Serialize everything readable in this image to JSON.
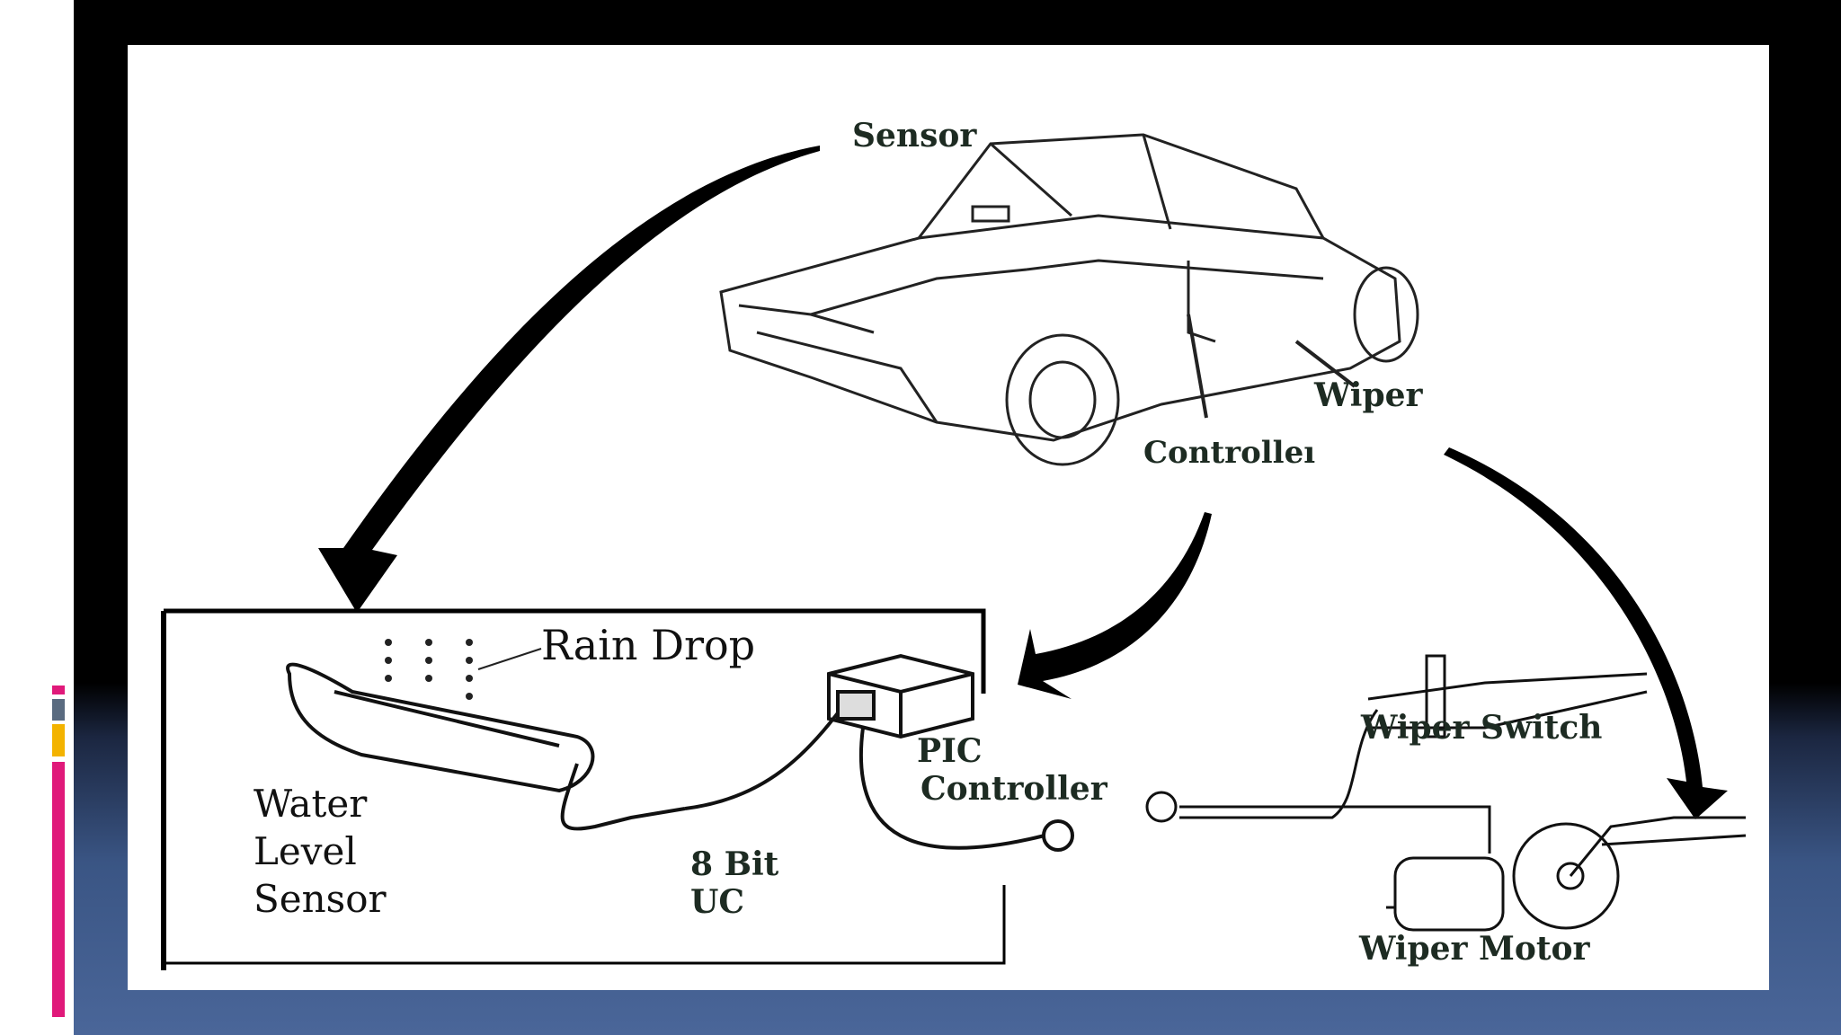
{
  "slide": {
    "colors": {
      "accent_pink": "#e0197a",
      "accent_gray": "#5a6b80",
      "accent_gold": "#f3b300",
      "bottom_blue": "#4a6699"
    }
  },
  "diagram": {
    "labels": {
      "sensor": "Sensor",
      "wiper": "Wiper",
      "controller": "Controlleı",
      "rain_drop": "Rain Drop",
      "water": "Water",
      "level": "Level",
      "sensor_part": "Sensor",
      "pic": "PIC",
      "controller_part": "Controller",
      "bit8": "8 Bit",
      "uc": "UC",
      "wiper_switch": "Wiper Switch",
      "wiper_motor": "Wiper Motor"
    }
  }
}
